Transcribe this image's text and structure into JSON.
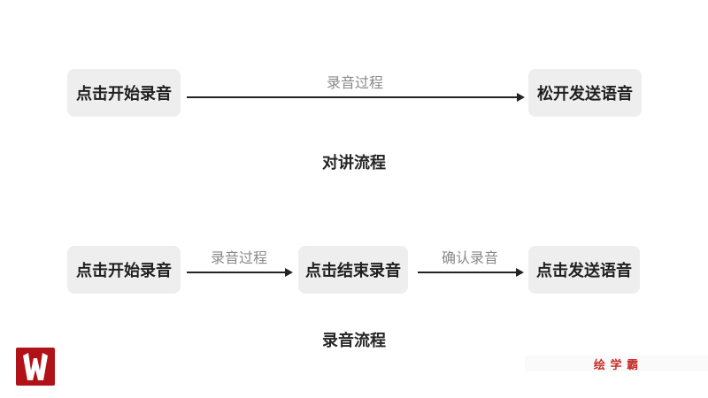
{
  "flows": [
    {
      "title": "对讲流程",
      "nodes": [
        {
          "label": "点击开始录音"
        },
        {
          "label": "松开发送语音"
        }
      ],
      "arrows": [
        {
          "label": "录音过程"
        }
      ]
    },
    {
      "title": "录音流程",
      "nodes": [
        {
          "label": "点击开始录音"
        },
        {
          "label": "点击结束录音"
        },
        {
          "label": "点击发送语音"
        }
      ],
      "arrows": [
        {
          "label": "录音过程"
        },
        {
          "label": "确认录音"
        }
      ]
    }
  ],
  "footer": {
    "logo_icon": "w-book-logo",
    "watermark": "绘 学 霸"
  },
  "colors": {
    "background": "#ffffff",
    "node_bg": "#eeeeee",
    "node_text": "#1f1f1f",
    "arrow": "#232323",
    "arrow_label": "#8a8a8a",
    "title_text": "#262626",
    "brand_red": "#b11218",
    "watermark_red": "#c9302c",
    "watermark_band": "#fafafa"
  }
}
